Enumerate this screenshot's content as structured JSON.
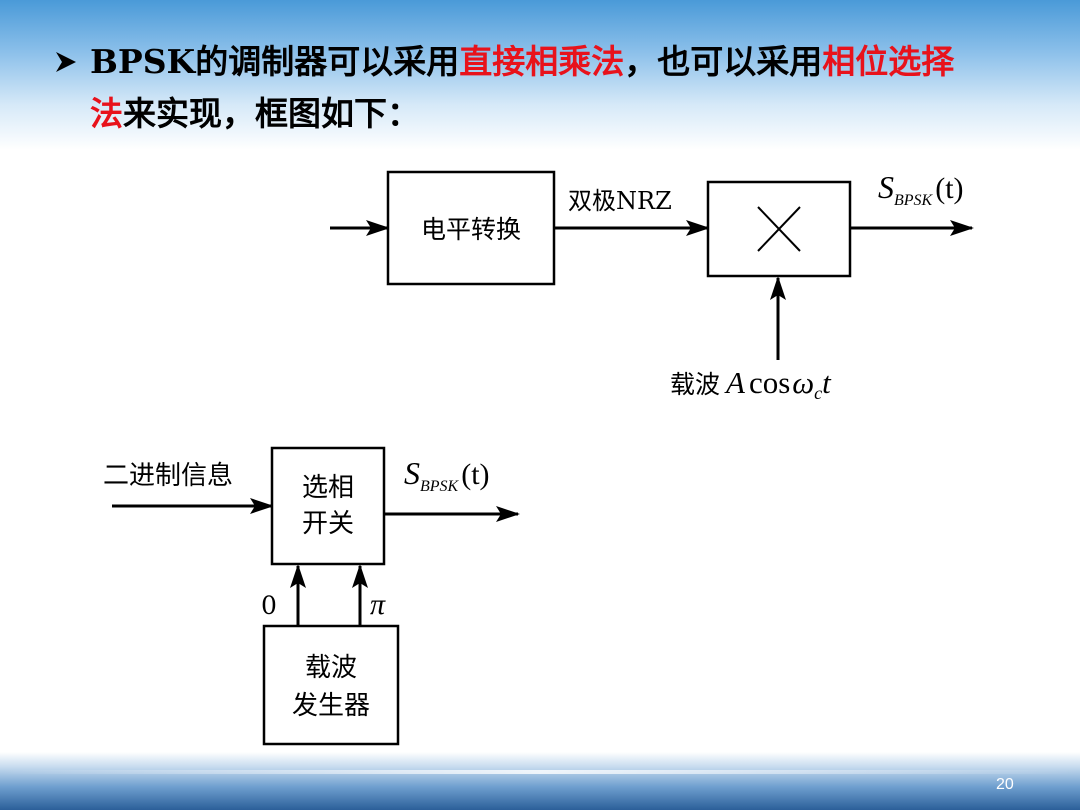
{
  "slide": {
    "title_line1_prefix": "BPSK的调制器可以采用",
    "title_line1_red1": "直接相乘法",
    "title_line1_mid": "，也可以采用",
    "title_line1_red2": "相位选择",
    "title_line2_red": "法",
    "title_line2_rest": "来实现，框图如下：",
    "page_number": "20",
    "colors": {
      "highlight": "#e8121b",
      "band_top": "#4a9ad8",
      "band_bottom": "#2b5f99"
    },
    "bullet_icon": "arrow-bullet-icon"
  },
  "diagram1": {
    "level_converter_label": "电平转换",
    "nrz_label": "双极NRZ",
    "multiplier_icon": "multiply-icon",
    "output_S": "S",
    "output_sub": "BPSK",
    "output_arg": "(t)",
    "carrier_prefix": "载波",
    "carrier_A": "A",
    "carrier_cos": "cos",
    "carrier_omega": "ω",
    "carrier_sub": "c",
    "carrier_t": "t"
  },
  "diagram2": {
    "input_label": "二进制信息",
    "switch_line1": "选相",
    "switch_line2": "开关",
    "output_S": "S",
    "output_sub": "BPSK",
    "output_arg": "(t)",
    "phase_zero": "0",
    "phase_pi": "π",
    "generator_line1": "载波",
    "generator_line2": "发生器"
  }
}
